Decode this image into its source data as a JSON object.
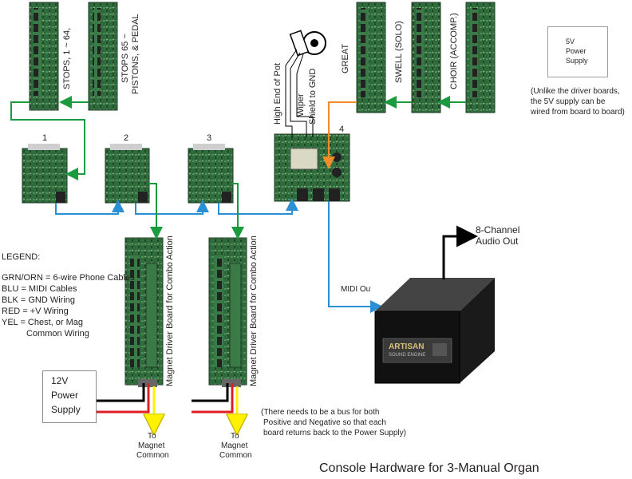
{
  "labels": {
    "stops_1_64": "STOPS, 1 ~ 64,",
    "stops_65_line1": "STOPS 65 ~",
    "stops_65_line2": "PISTONS, & PEDAL",
    "great": "GREAT",
    "swell": "SWELL (SOLO)",
    "choir": "CHOIR (ACCOMP.)",
    "high_end_pot": "High End of Pot",
    "wiper": "Wiper",
    "shield": "Shield to GND",
    "driver_1": "1",
    "driver_2": "2",
    "driver_3": "3",
    "interface_4": "4",
    "magnet_board_a": "Magnet Driver Board for Combo Action",
    "magnet_board_b": "Magnet Driver Board for Combo Action",
    "midi_out": "MIDI Out",
    "audio_out_line1": "8-Channel",
    "audio_out_line2": "Audio Out",
    "psu_5v_line1": "5V",
    "psu_5v_line2": "Power",
    "psu_5v_line3": "Supply",
    "psu_5v_note": [
      "(Unlike the driver boards,",
      "the 5V supply  can be",
      "wired from board to board)"
    ],
    "psu_12v_line1": "12V",
    "psu_12v_line2": "Power",
    "psu_12v_line3": "Supply",
    "magnet_common_a": [
      "To",
      "Magnet",
      "Common"
    ],
    "magnet_common_b": [
      "To",
      "Magnet",
      "Common"
    ],
    "bus_note": [
      "(There needs to be a bus for both",
      "Positive and Negative  so that each",
      "board returns back to the Power Supply)"
    ],
    "legend_title": "LEGEND:",
    "legend": [
      "GRN/ORN = 6-wire Phone Cables",
      "BLU = MIDI Cables",
      "BLK = GND Wiring",
      "RED = +V Wiring",
      "YEL = Chest, or Mag",
      "Common Wiring"
    ],
    "title": "Console Hardware for 3-Manual Organ",
    "box_brand": "ARTISAN",
    "box_sub": "SOUND ENGINE"
  },
  "colors": {
    "green_cable": "#1a9c3e",
    "orange_cable": "#f28c28",
    "blue_cable": "#2b8fd6",
    "black_wire": "#000000",
    "red_wire": "#e01e26",
    "yellow_wire": "#fff200",
    "board_green": "#2f6b3c"
  },
  "icons": [
    "audio-out-arrow-icon",
    "potentiometer-icon"
  ]
}
